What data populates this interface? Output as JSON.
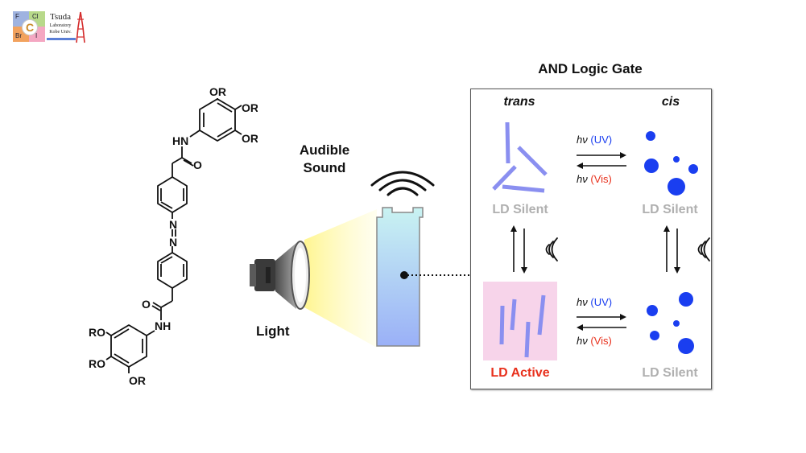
{
  "logo": {
    "tiles": [
      "F",
      "Cl",
      "C",
      "Br",
      "I"
    ],
    "name": "Tsuda",
    "line2": "Laboratory",
    "line3": "Kobe Univ."
  },
  "molecule": {
    "labels": [
      "OR",
      "OR",
      "OR",
      "HN",
      "O",
      "N",
      "N",
      "O",
      "NH",
      "RO",
      "RO",
      "OR"
    ]
  },
  "center": {
    "sound_label_1": "Audible",
    "sound_label_2": "Sound",
    "light_label": "Light"
  },
  "gate": {
    "title": "AND Logic Gate",
    "col_trans": "trans",
    "col_cis": "cis",
    "hv": "hν",
    "uv": "(UV)",
    "vis": "(Vis)",
    "ld_silent": "LD Silent",
    "ld_active": "LD Active"
  },
  "colors": {
    "blue_particle": "#1a3ef0",
    "rod": "#8a8ff0",
    "uv": "#1a3ef0",
    "vis": "#e8301c",
    "silent": "#b0b0b0",
    "active": "#e8301c",
    "active_bg": "#f7d4ea"
  }
}
